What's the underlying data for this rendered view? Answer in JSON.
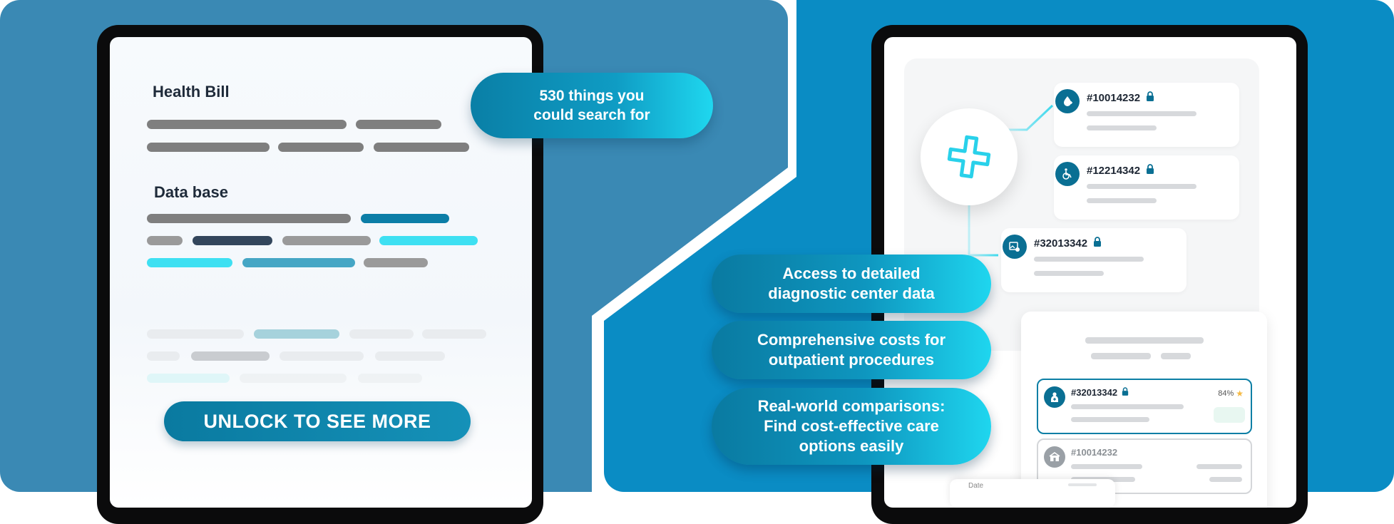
{
  "left": {
    "title_health": "Health Bill",
    "title_database": "Data base",
    "unlock_label": "UNLOCK TO SEE MORE",
    "search_pill_line1": "530 things you",
    "search_pill_line2": "could search for"
  },
  "right": {
    "nodes": [
      {
        "id": "#10014232",
        "icon": "blood-drop-plus-icon"
      },
      {
        "id": "#12214342",
        "icon": "wheelchair-icon"
      },
      {
        "id": "#32013342",
        "icon": "image-settings-icon"
      }
    ],
    "results": [
      {
        "id": "#32013342",
        "percent": "84%",
        "icon": "doctor-icon"
      },
      {
        "id": "#10014232",
        "icon": "clinic-icon"
      }
    ],
    "partial_label": "Date"
  },
  "features": [
    {
      "line1": "Access to detailed",
      "line2": "diagnostic center data"
    },
    {
      "line1": "Comprehensive costs for",
      "line2": "outpatient procedures"
    },
    {
      "line1": "Real-world comparisons:",
      "line2": "Find cost-effective care",
      "line3": "options easily"
    }
  ],
  "colors": {
    "left_panel": "#3a89b4",
    "right_panel": "#0a8cc4",
    "accent_teal": "#0c7ea7",
    "accent_cyan": "#3ee0f2"
  }
}
